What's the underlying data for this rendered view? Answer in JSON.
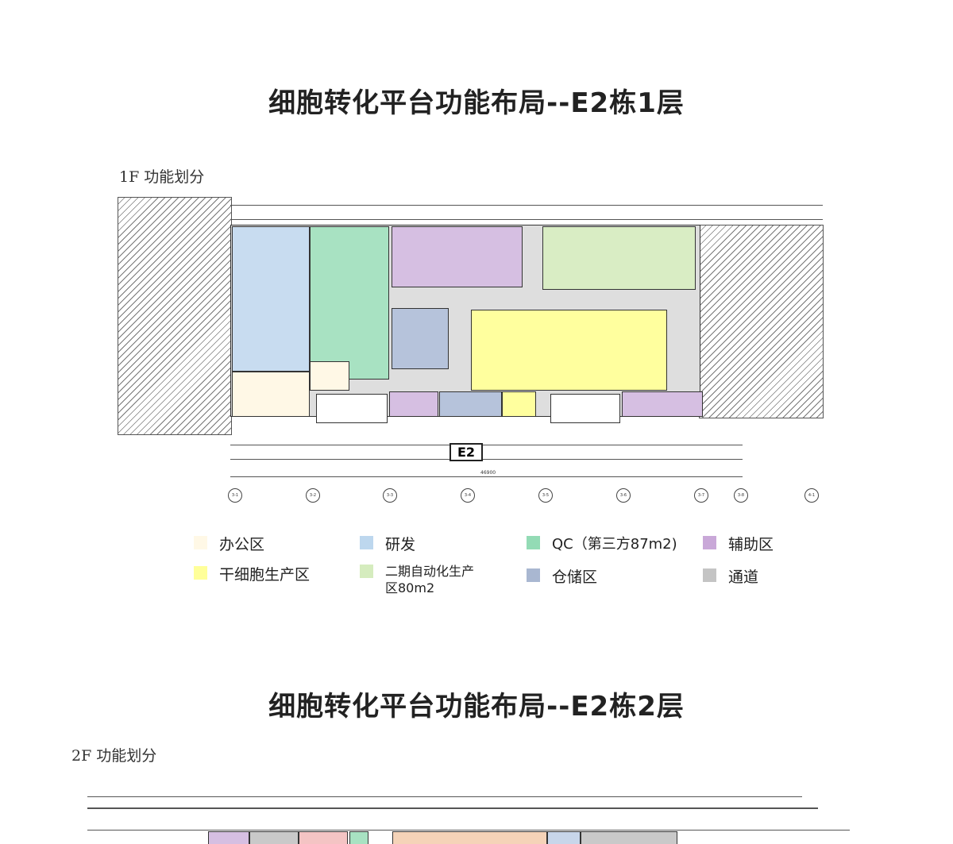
{
  "section1": {
    "title": "细胞转化平台功能布局--E2栋1层",
    "subtitle": "1F  功能划分",
    "building_label": "E2",
    "axes": [
      "3-1",
      "3-2",
      "3-3",
      "3-4",
      "3-5",
      "3-6",
      "3-7",
      "3-8",
      "4-1"
    ],
    "total_dimension": "46900"
  },
  "legend": [
    {
      "label": "办公区",
      "color": "#fff8e6"
    },
    {
      "label": "研发",
      "color": "#bdd7ee"
    },
    {
      "label": "QC（第三方87m2)",
      "color": "#93dbb5"
    },
    {
      "label": "辅助区",
      "color": "#c9a8d8"
    },
    {
      "label": "干细胞生产区",
      "color": "#ffff99"
    },
    {
      "label": "二期自动化生产区80m2",
      "color": "#d5ecbe"
    },
    {
      "label": "仓储区",
      "color": "#a9b7d1"
    },
    {
      "label": "通道",
      "color": "#c4c4c4"
    }
  ],
  "section2": {
    "title": "细胞转化平台功能布局--E2栋2层",
    "subtitle": "2F  功能划分"
  }
}
